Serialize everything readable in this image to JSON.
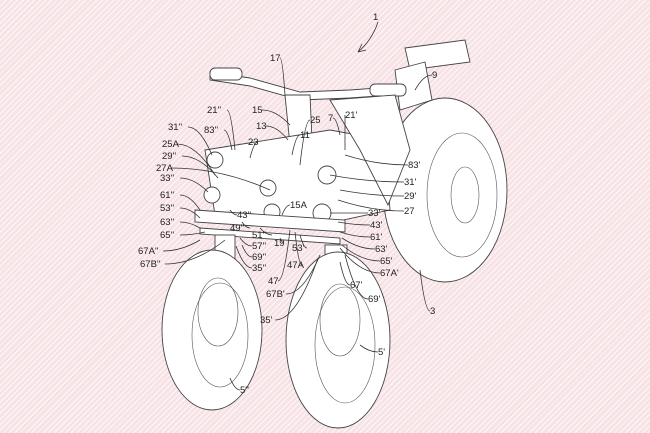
{
  "figure": {
    "reference_numerals": [
      "1",
      "17",
      "9",
      "21''",
      "15",
      "13",
      "25",
      "11",
      "7",
      "21'",
      "31''",
      "83''",
      "23",
      "25A",
      "29''",
      "27A",
      "83'",
      "33''",
      "31'",
      "61''",
      "29'",
      "53''",
      "43''",
      "15A",
      "27",
      "33'",
      "63''",
      "49''",
      "43'",
      "65''",
      "51''",
      "57''",
      "19",
      "61'",
      "67A''",
      "69''",
      "53'",
      "63'",
      "67B''",
      "35''",
      "47",
      "47A",
      "65'",
      "67A'",
      "67B'",
      "67'",
      "69'",
      "3",
      "35'",
      "5'",
      "5''"
    ]
  },
  "colors": {
    "background": "#f7e3e6",
    "line": "#333333"
  }
}
